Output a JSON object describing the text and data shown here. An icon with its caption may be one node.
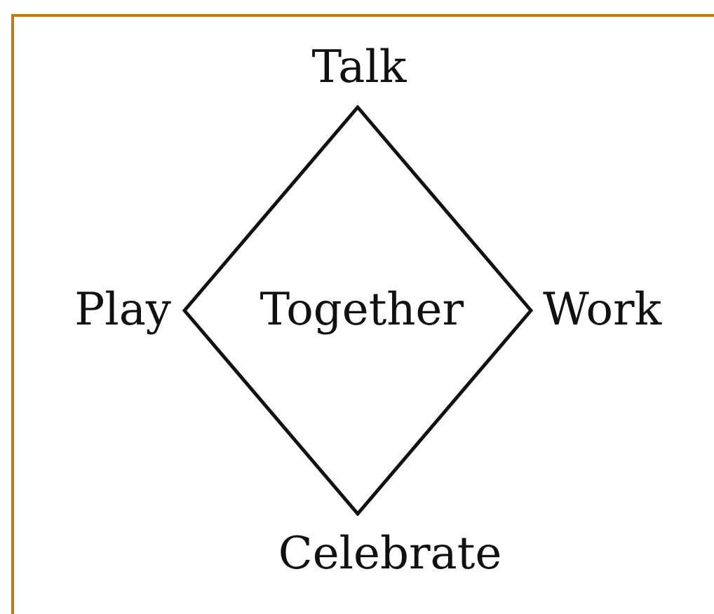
{
  "diagram": {
    "nodes": [
      {
        "text": [
          "Together"
        ]
      }
    ],
    "labels": [
      "Talk",
      "Play",
      "Work",
      "Celebrate"
    ]
  }
}
